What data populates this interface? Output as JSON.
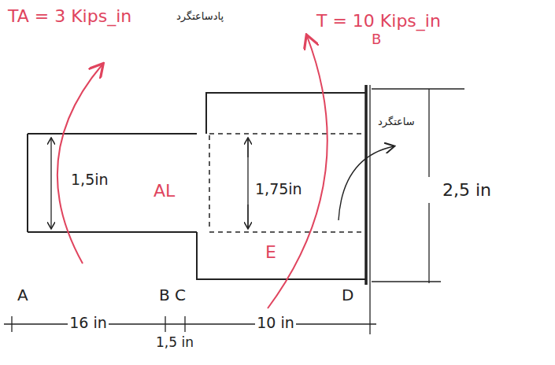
{
  "diagram": {
    "labels": [
      "TA = 3 Kips_in",
      "پادساعتگرد",
      "T = 10 Kips_in",
      "B",
      "1,5in",
      "AL",
      "1,75in",
      "ساعتگرد",
      "2,5 in",
      "E",
      "A",
      "B C",
      "D",
      "16 in",
      "10 in",
      "1,5 in"
    ]
  }
}
